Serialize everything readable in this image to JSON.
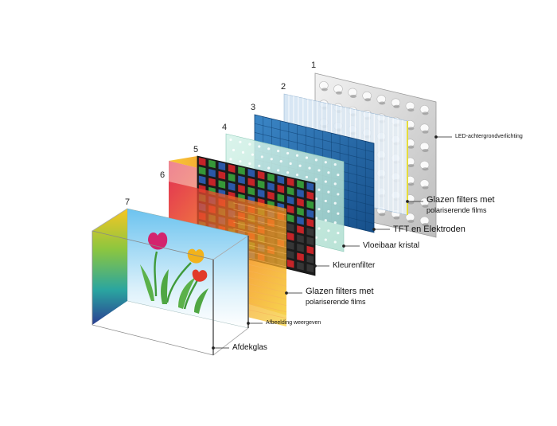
{
  "layers": [
    {
      "number": "1",
      "label": "LED-achtergrondverlichting"
    },
    {
      "number": "2",
      "label": "Glazen filters met",
      "label2": "polariserende films"
    },
    {
      "number": "3",
      "label": "TFT en Elektroden"
    },
    {
      "number": "4",
      "label": "Vloeibaar kristal"
    },
    {
      "number": "5",
      "label": "Kleurenfilter"
    },
    {
      "number": "6",
      "label": "Glazen filters met",
      "label2": "polariserende films"
    },
    {
      "number": "7",
      "label": "Afbeelding weergeven"
    }
  ],
  "cover": {
    "label": "Afdekglas"
  },
  "colors": {
    "backlight": "#e4e4e4",
    "tft": "#1f6fb0",
    "crystal": "#bfe9dc",
    "filter_red": "#d8262a",
    "filter_green": "#3aa53c",
    "filter_blue": "#2e5fb8"
  }
}
